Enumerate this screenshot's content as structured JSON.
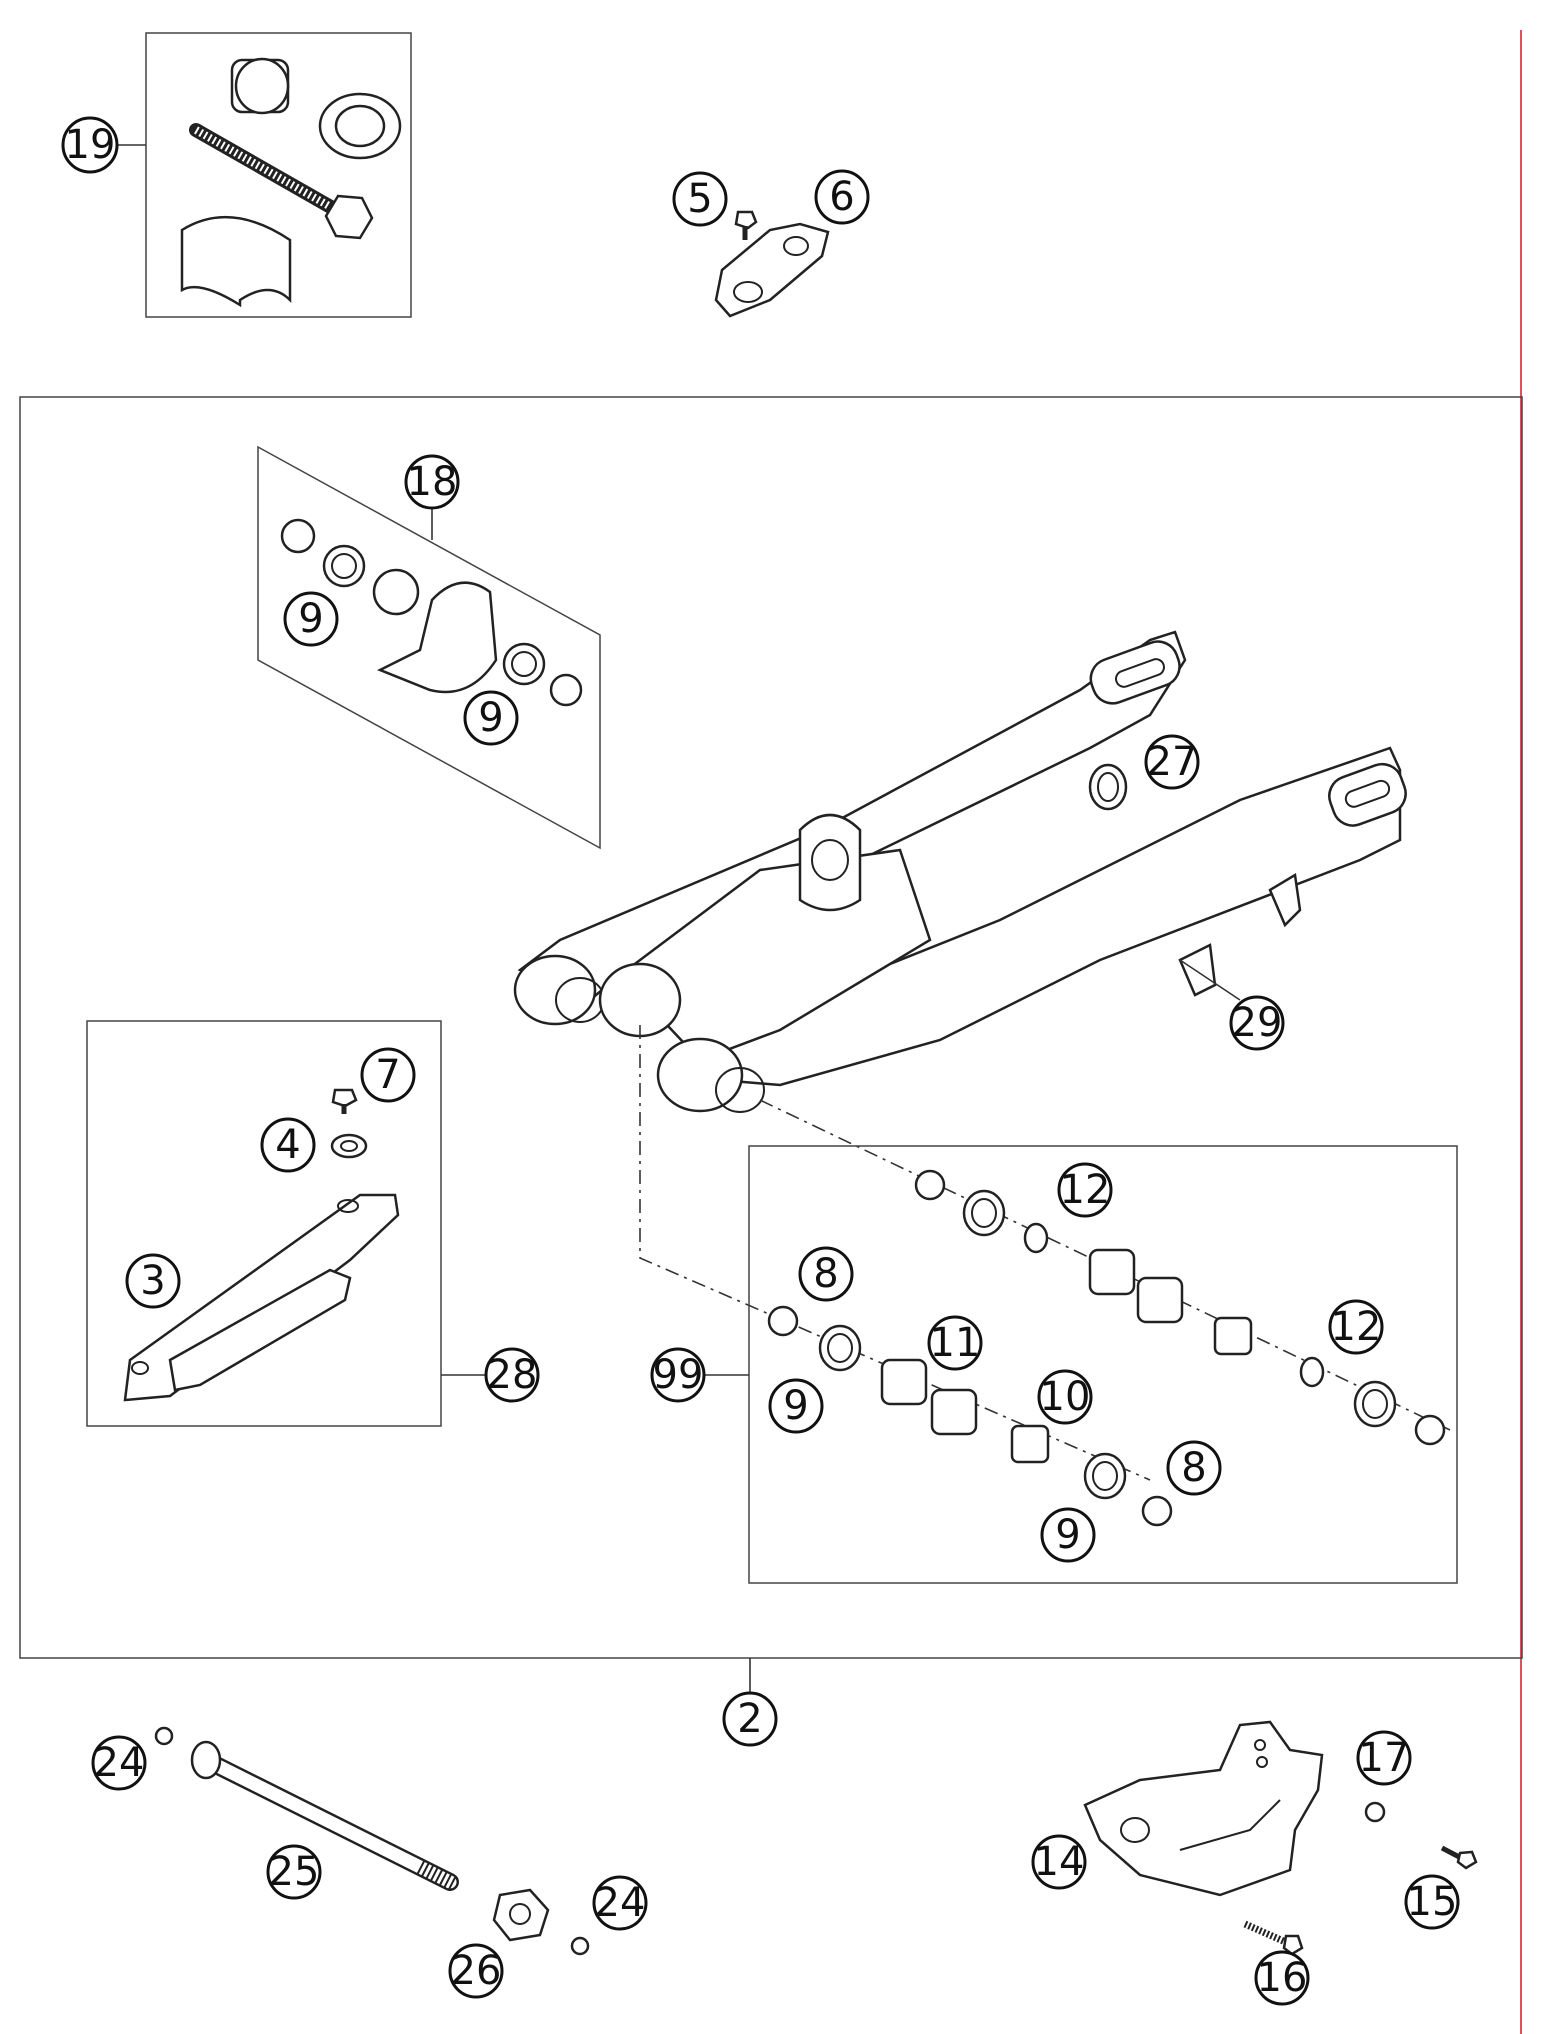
{
  "diagram": {
    "type": "exploded-parts-view",
    "accent_line_color": "#e05060",
    "callouts": {
      "c2": "2",
      "c3": "3",
      "c4": "4",
      "c5": "5",
      "c6": "6",
      "c7": "7",
      "c8a": "8",
      "c8b": "8",
      "c9a": "9",
      "c9b": "9",
      "c9c": "9",
      "c9d": "9",
      "c10": "10",
      "c11": "11",
      "c12a": "12",
      "c12b": "12",
      "c14": "14",
      "c15": "15",
      "c16": "16",
      "c17": "17",
      "c18": "18",
      "c19": "19",
      "c24a": "24",
      "c24b": "24",
      "c25": "25",
      "c26": "26",
      "c27": "27",
      "c28": "28",
      "c29": "29",
      "c99": "99"
    }
  }
}
